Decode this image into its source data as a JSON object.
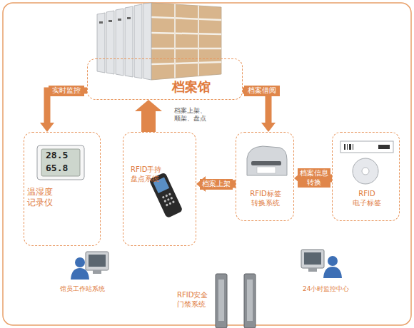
{
  "diagram": {
    "nodes": [
      {
        "text": [
          "档案馆"
        ]
      },
      {
        "text": [
          "温湿度 记录仪"
        ]
      },
      {
        "text": [
          "RFID手持 盘点系统"
        ]
      },
      {
        "text": [
          "RFID标签 转换系统"
        ]
      },
      {
        "text": [
          "RFID 电子标签"
        ]
      }
    ],
    "edges": [
      {
        "from": 0,
        "to": 1,
        "label": "实时监控",
        "arrow": "to"
      },
      {
        "from": 0,
        "to": 3,
        "label": "档案借阅",
        "arrow": "to"
      },
      {
        "from": 4,
        "to": 3,
        "label": "档案信息 转换",
        "arrow": "to"
      },
      {
        "from": 3,
        "to": 2,
        "label": "档案上架",
        "arrow": "to"
      },
      {
        "from": 2,
        "to": 0,
        "label": "档案上架、 顺架、盘点",
        "arrow": "to"
      }
    ],
    "labels": [
      "28.5",
      "65.8",
      "馆员工作站系统",
      "RFID安全 门禁系统",
      "24小时监控中心"
    ]
  }
}
